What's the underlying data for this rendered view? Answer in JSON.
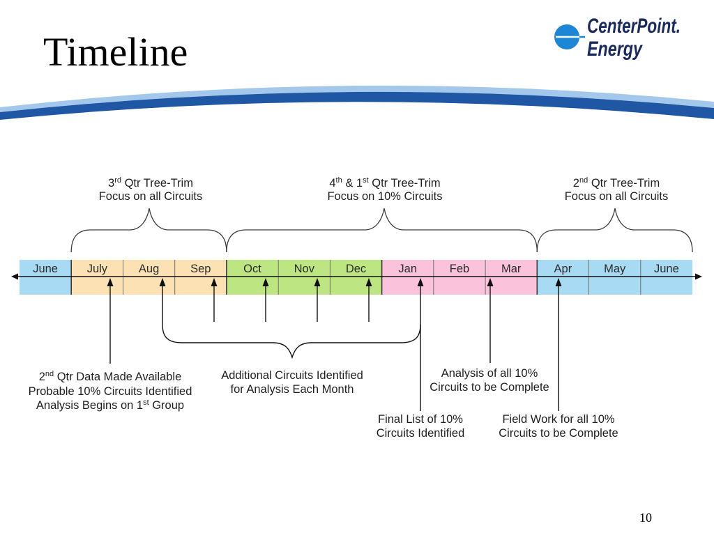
{
  "slide": {
    "title": "Timeline",
    "page_number": "10"
  },
  "logo": {
    "line1": "CenterPoint.",
    "line2": "Energy"
  },
  "colors": {
    "logo_blue": "#1d87d6",
    "logo_text": "#1b2a5c",
    "swoosh_light": "#a3c8ec",
    "swoosh_dark": "#1f57a4",
    "axis": "#111111"
  },
  "timeline": {
    "months": [
      {
        "label": "June",
        "color": "#a9daf4"
      },
      {
        "label": "July",
        "color": "#fbe1b3"
      },
      {
        "label": "Aug",
        "color": "#fbe1b3"
      },
      {
        "label": "Sep",
        "color": "#fbe1b3"
      },
      {
        "label": "Oct",
        "color": "#bde582"
      },
      {
        "label": "Nov",
        "color": "#bde582"
      },
      {
        "label": "Dec",
        "color": "#bde582"
      },
      {
        "label": "Jan",
        "color": "#fac3db"
      },
      {
        "label": "Feb",
        "color": "#fac3db"
      },
      {
        "label": "Mar",
        "color": "#fac3db"
      },
      {
        "label": "Apr",
        "color": "#a9daf4"
      },
      {
        "label": "May",
        "color": "#a9daf4"
      },
      {
        "label": "June",
        "color": "#a9daf4"
      }
    ]
  },
  "phases": [
    {
      "line1": {
        "num": "3",
        "sup": "rd",
        "rest": " Qtr Tree-Trim"
      },
      "line2": "Focus on all Circuits"
    },
    {
      "line1": {
        "num": "4",
        "sup": "th",
        "mid": " & 1",
        "sup2": "st",
        "rest": " Qtr Tree-Trim"
      },
      "line2": "Focus on 10% Circuits"
    },
    {
      "line1": {
        "num": "2",
        "sup": "nd",
        "rest": " Qtr Tree-Trim"
      },
      "line2": "Focus on all Circuits"
    }
  ],
  "annotations": {
    "data_available": {
      "line1": {
        "num": "2",
        "sup": "nd",
        "rest": " Qtr Data Made Available"
      },
      "line2": "Probable 10% Circuits Identified",
      "line3": {
        "text": "Analysis Begins on 1",
        "sup": "st",
        "rest": " Group"
      }
    },
    "additional_circuits": {
      "line1": "Additional Circuits Identified",
      "line2": "for Analysis Each Month"
    },
    "analysis_complete": {
      "line1": "Analysis of all 10%",
      "line2": "Circuits to be Complete"
    },
    "final_list": {
      "line1": "Final List of 10%",
      "line2": "Circuits Identified"
    },
    "field_work": {
      "line1": "Field Work for all 10%",
      "line2": "Circuits to be Complete"
    }
  }
}
